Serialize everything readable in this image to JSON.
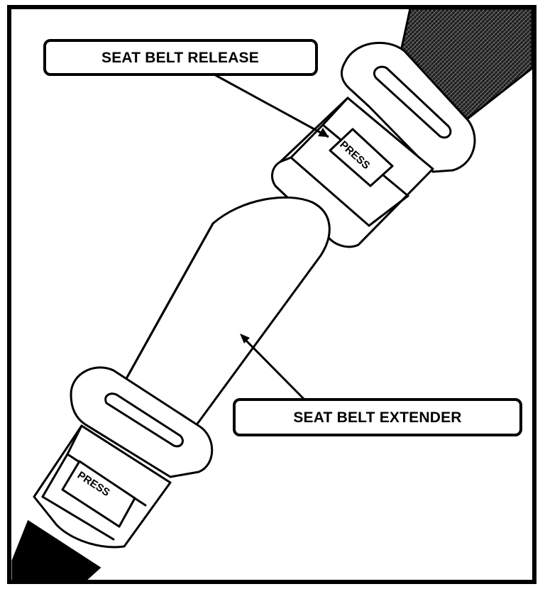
{
  "labels": {
    "release": "SEAT BELT RELEASE",
    "extender": "SEAT BELT EXTENDER"
  },
  "buttons": {
    "upper_press": "PRESS",
    "lower_press": "PRESS"
  },
  "colors": {
    "ink": "#000000",
    "paper": "#ffffff",
    "webbing": "#3a3a3a"
  }
}
